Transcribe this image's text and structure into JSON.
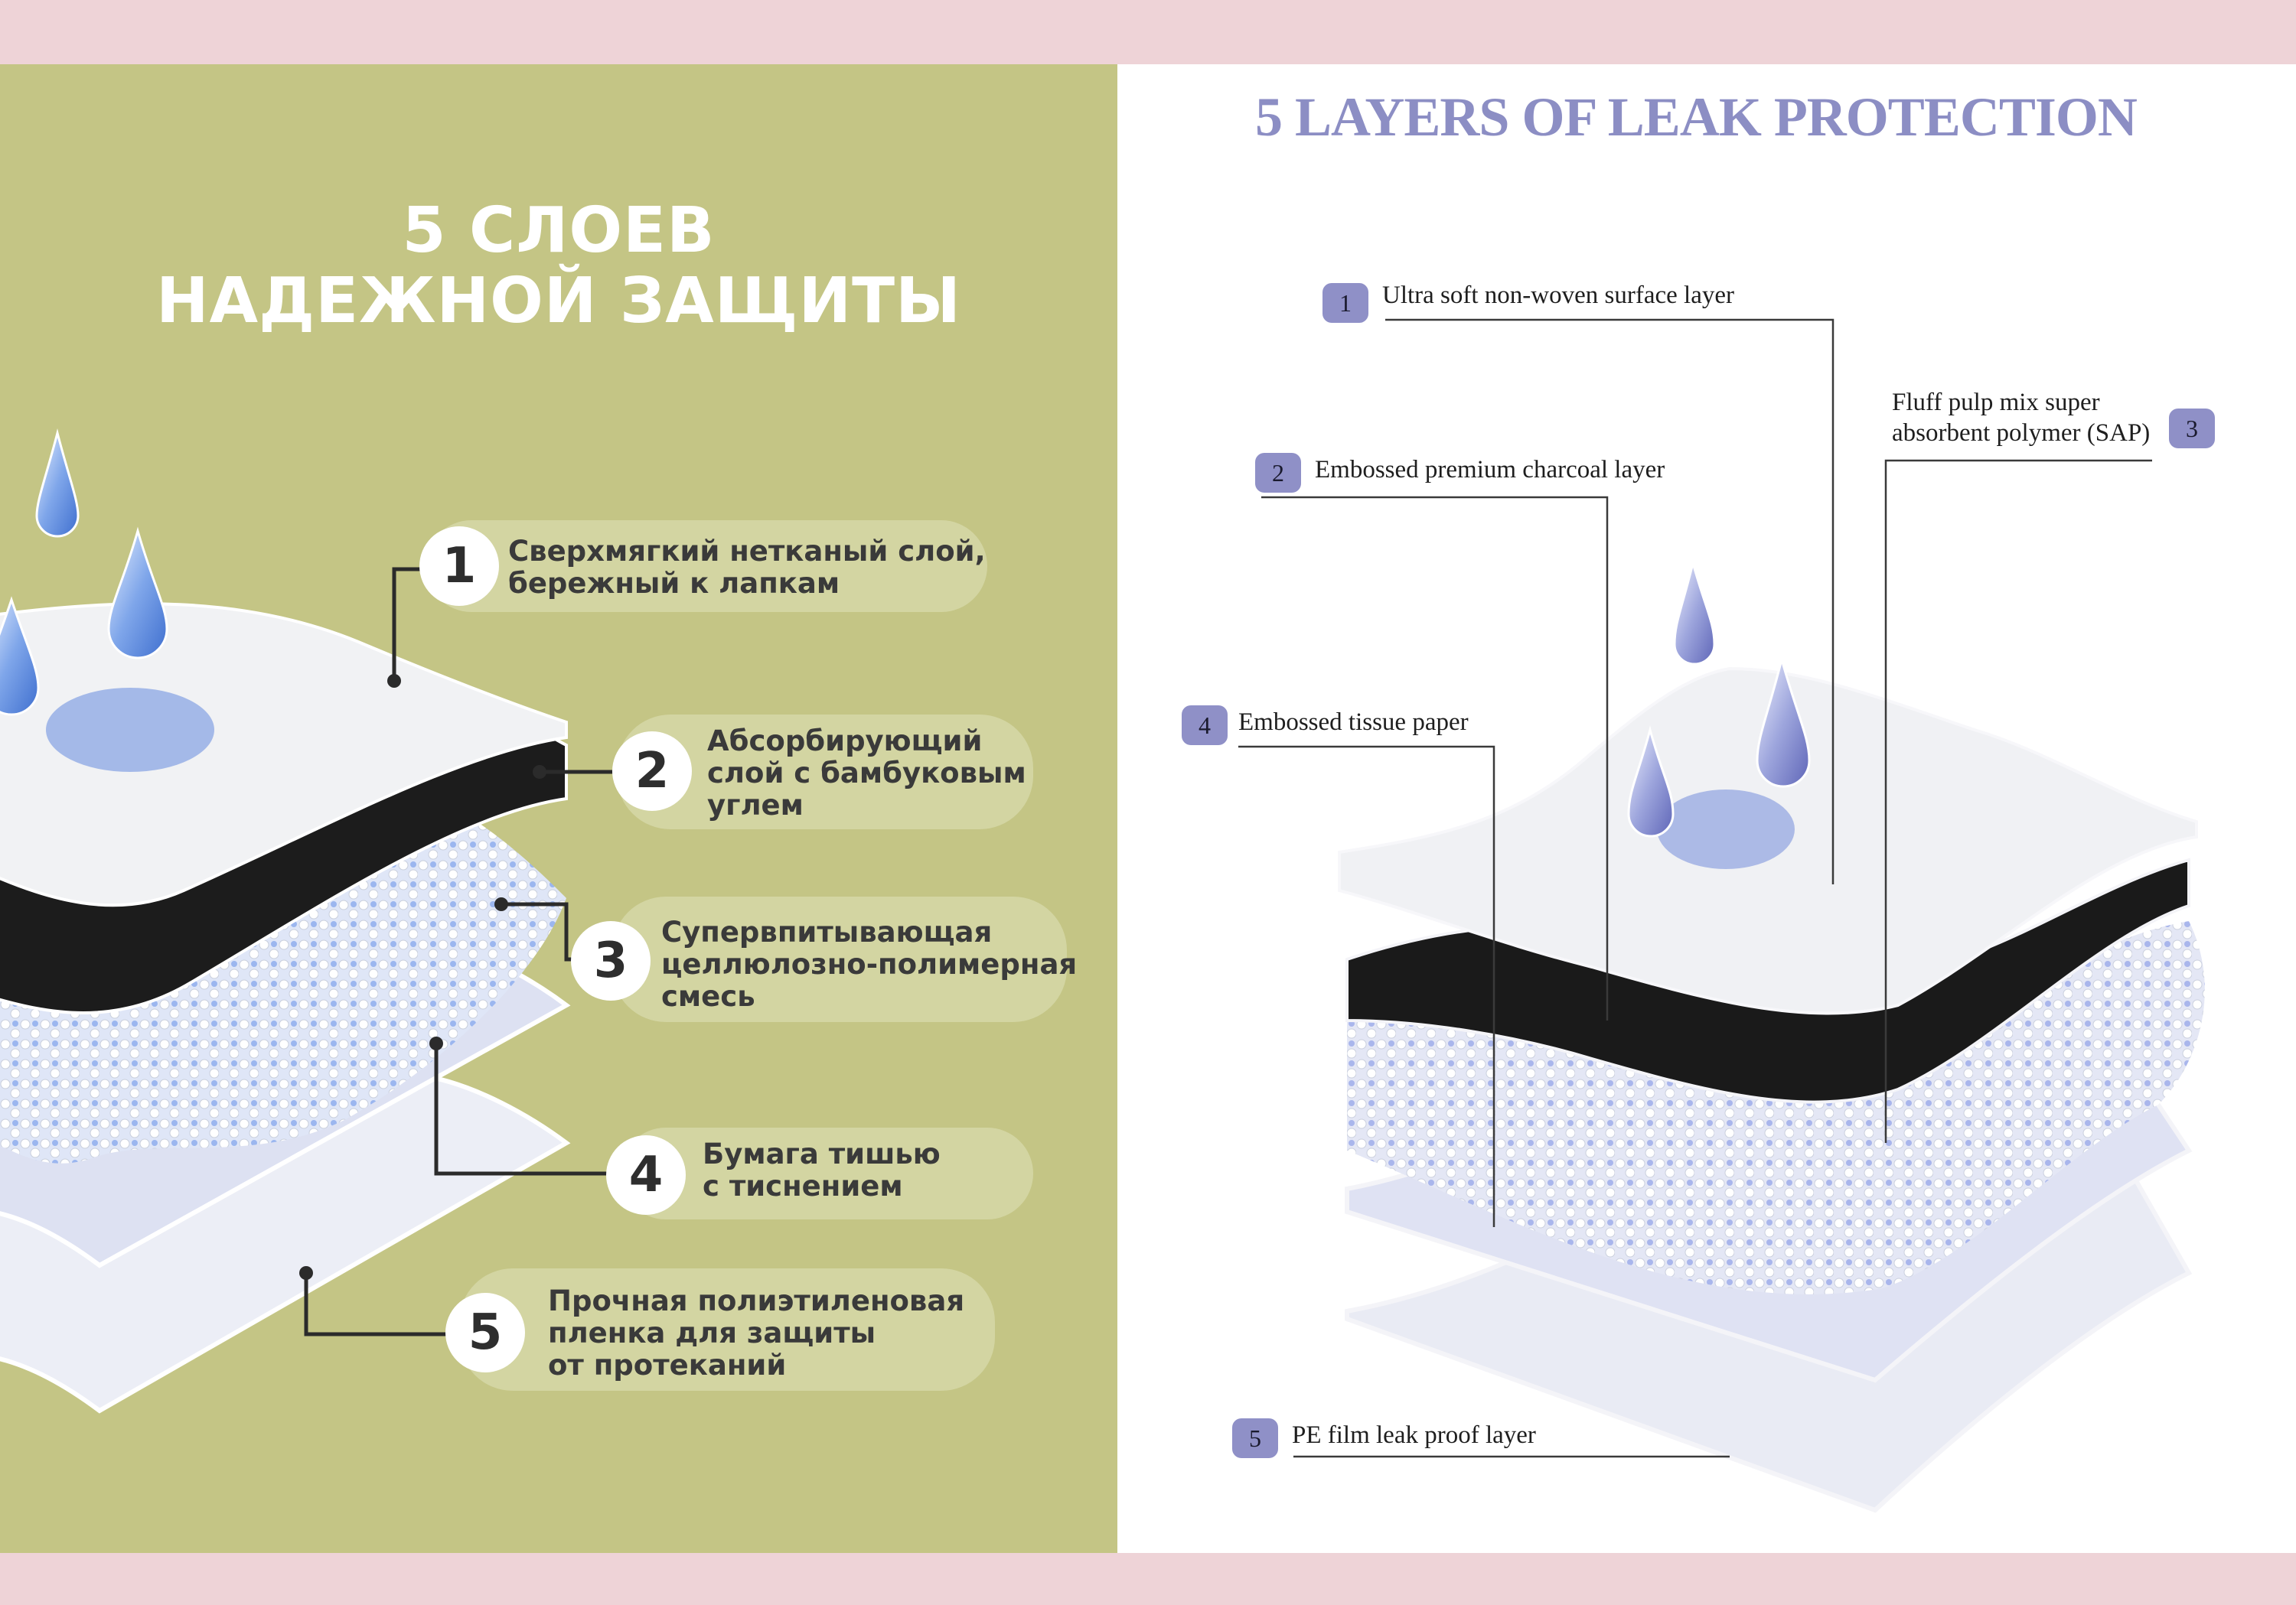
{
  "ru": {
    "title_line1": "5 СЛОЕВ",
    "title_line2": "НАДЕЖНОЙ ЗАЩИТЫ",
    "layers": [
      {
        "num": "1",
        "text": "Сверхмягкий нетканый слой,\nбережный к лапкам"
      },
      {
        "num": "2",
        "text": "Абсорбирующий\nслой с бамбуковым\nуглем"
      },
      {
        "num": "3",
        "text": "Супервпитывающая\nцеллюлозно-полимерная\nсмесь"
      },
      {
        "num": "4",
        "text": "Бумага тишью\nс тиснением"
      },
      {
        "num": "5",
        "text": "Прочная полиэтиленовая\nпленка для защиты\nот протеканий"
      }
    ]
  },
  "en": {
    "title": "5 LAYERS OF LEAK PROTECTION",
    "layers": [
      {
        "num": "1",
        "text": "Ultra soft non-woven surface layer"
      },
      {
        "num": "2",
        "text": "Embossed premium charcoal layer"
      },
      {
        "num": "3",
        "text": "Fluff pulp mix super\nabsorbent polymer (SAP)"
      },
      {
        "num": "4",
        "text": "Embossed tissue paper"
      },
      {
        "num": "5",
        "text": "PE film leak proof layer"
      }
    ]
  },
  "colors": {
    "left_bg": "#c4c585",
    "pill": "#d3d5a2",
    "right_title": "#8c8ec4",
    "badge": "#8f90c7",
    "frame": "#eed3d7"
  }
}
